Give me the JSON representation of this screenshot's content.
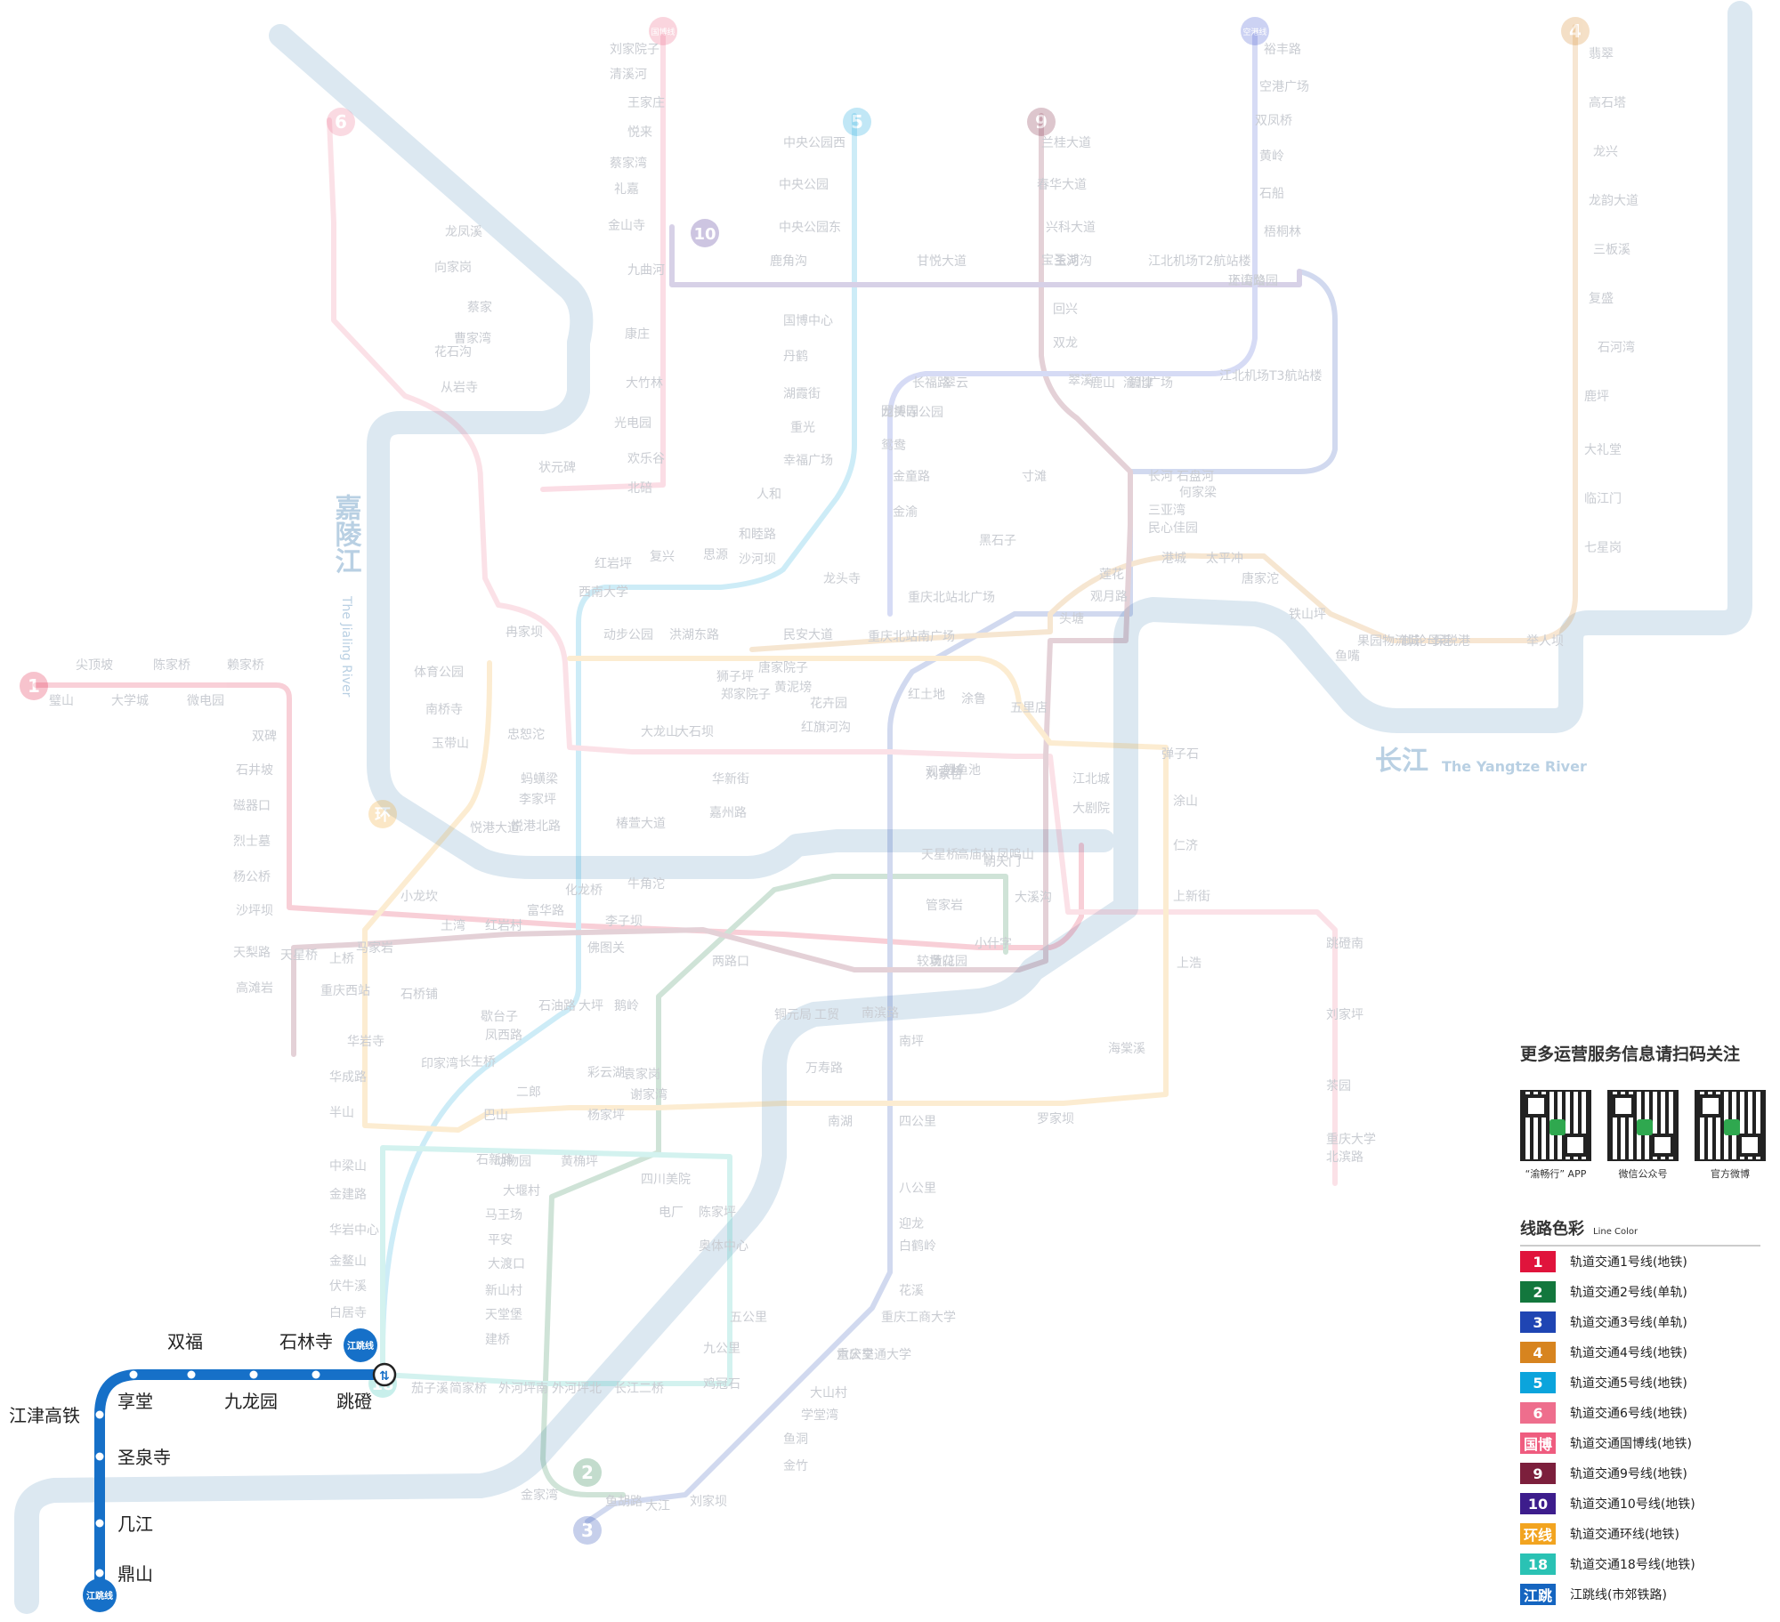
{
  "river_labels": [
    {
      "id": "jialing-cn",
      "text": "嘉陵江"
    },
    {
      "id": "jialing-en",
      "text": "The Jialing River"
    },
    {
      "id": "yangtze-cn",
      "text": "长江"
    },
    {
      "id": "yangtze-en",
      "text": "The Yangtze River"
    }
  ],
  "line_badges": {
    "l1": "1",
    "l2": "2",
    "l3": "3",
    "l4": "4",
    "l5": "5",
    "l6": "6",
    "l9": "9",
    "l10": "10",
    "l18": "18",
    "loop": "环",
    "guobo": "国博线",
    "konggang": "空港线",
    "jiangtiao": "江跳线"
  },
  "jiangtiao_stations": [
    "鼎山",
    "几江",
    "圣泉寺",
    "江津高铁",
    "享堂",
    "双福",
    "九龙园",
    "石林寺",
    "跳磴"
  ],
  "faded_stations": [
    "尖顶坡",
    "陈家桥",
    "赖家桥",
    "璧山",
    "大学城",
    "微电园",
    "双碑",
    "石井坡",
    "磁器口",
    "烈士墓",
    "杨公桥",
    "沙坪坝",
    "小龙坎",
    "土湾",
    "红岩村",
    "富华路",
    "化龙桥",
    "李子坝",
    "佛图关",
    "牛角沱",
    "两路口",
    "较场口",
    "小什字",
    "朝天门",
    "天梨路",
    "天星桥",
    "高滩岩",
    "歇台子",
    "石油路",
    "大坪",
    "鹅岭",
    "马家岩",
    "石桥铺",
    "袁家岗",
    "谢家湾",
    "杨家坪",
    "体育公园",
    "南桥寺",
    "玉带山",
    "冉家坝",
    "动步公园",
    "洪湖东路",
    "民安大道",
    "重庆北站南广场",
    "涂鲁",
    "五里店",
    "江北城",
    "大剧院",
    "上新街",
    "铜元局",
    "工贸",
    "南滨路",
    "南坪",
    "万寿路",
    "南湖",
    "四公里",
    "罗家坝",
    "海棠溪",
    "上浩",
    "仁济",
    "涂山",
    "弹子石",
    "头塘",
    "重庆北站北广场",
    "龙头寺",
    "金渝",
    "金童路",
    "鸳鸯",
    "园博园",
    "长福路",
    "翠云",
    "龙头寺公园",
    "红土地",
    "鲤鱼池",
    "刘家台",
    "观音桥",
    "华新街",
    "嘉州路",
    "郑家院子",
    "狮子坪",
    "唐家院子",
    "黄泥塝",
    "花卉园",
    "红旗河沟",
    "大龙山",
    "大石坝",
    "忠恕沱",
    "蚂蟥梁",
    "李家坪",
    "悦港北路",
    "悦港大道",
    "椿萱大道",
    "中央公园西",
    "中央公园",
    "中央公园东",
    "鹿角沟",
    "甘悦大道",
    "玉河沟",
    "国博中心",
    "丹鹤",
    "湖霞街",
    "重光",
    "幸福广场",
    "人和",
    "和睦路",
    "沙河坝",
    "红岩坪",
    "复兴",
    "思源",
    "刘家院子",
    "清溪河",
    "王家庄",
    "悦来",
    "蔡家湾",
    "礼嘉",
    "金山寺",
    "九曲河",
    "康庄",
    "大竹林",
    "光电园",
    "欢乐谷",
    "北碚",
    "西南大学",
    "状元碑",
    "龙凤溪",
    "向家岗",
    "蔡家",
    "曹家湾",
    "花石沟",
    "从岩寺",
    "兰桂大道",
    "春华大道",
    "兴科大道",
    "宝圣湖",
    "回兴",
    "双龙",
    "翠溪",
    "鹿山",
    "渝北广场",
    "碧津",
    "江北机场T2航站楼",
    "江北机场T3航站楼",
    "上湾路",
    "环山公园",
    "长河",
    "石盘河",
    "何家梁",
    "三亚湾",
    "民心佳园",
    "寸滩",
    "黑石子",
    "港城",
    "太平冲",
    "唐家沱",
    "铁山坪",
    "鱼嘴",
    "果园物流城",
    "邮轮母港",
    "保税港",
    "举人坝",
    "莲花",
    "观月路",
    "裕丰路",
    "空港广场",
    "双凤桥",
    "黄岭",
    "石船",
    "梧桐林",
    "翡翠",
    "高石塔",
    "龙兴",
    "龙韵大道",
    "三板溪",
    "复盛",
    "石河湾",
    "鹿坪",
    "大礼堂",
    "临江门",
    "七星岗",
    "管家岩",
    "大溪沟",
    "黄花园",
    "天星桥",
    "高庙村",
    "凤鸣山",
    "上桥",
    "重庆西站",
    "华岩寺",
    "华成路",
    "半山",
    "中梁山",
    "金建路",
    "华岩中心",
    "金鳌山",
    "伏牛溪",
    "白居寺",
    "茄子溪",
    "简家桥",
    "外河坪南",
    "外河坪北",
    "长江二桥",
    "鸡冠石",
    "九公里",
    "五公里",
    "重庆工商大学",
    "六公里",
    "重庆交通大学",
    "八公里",
    "迎龙",
    "白鹤岭",
    "花溪",
    "大山村",
    "学堂湾",
    "鱼洞",
    "金竹",
    "鱼胡路",
    "大江",
    "刘家坝",
    "金家湾",
    "建桥",
    "天堂堡",
    "新山村",
    "大渡口",
    "平安",
    "马王场",
    "大堰村",
    "动物园",
    "黄桷坪",
    "四川美院",
    "电厂",
    "陈家坪",
    "奥体中心",
    "二郎",
    "彩云湖",
    "石新路",
    "巴山",
    "凤西路",
    "长生桥",
    "印家湾",
    "刘家坪",
    "茶园",
    "重庆大学",
    "跳磴南",
    "北滨路"
  ],
  "qr_section": {
    "title": "更多运营服务信息请扫码关注",
    "codes": [
      {
        "label": "“渝畅行” APP"
      },
      {
        "label": "微信公众号"
      },
      {
        "label": "官方微博"
      }
    ]
  },
  "legend": {
    "title": "线路色彩",
    "subtitle": "Line Color",
    "items": [
      {
        "badge": "1",
        "label": "轨道交通1号线(地铁)",
        "color": "#e0143c"
      },
      {
        "badge": "2",
        "label": "轨道交通2号线(单轨)",
        "color": "#13773d"
      },
      {
        "badge": "3",
        "label": "轨道交通3号线(单轨)",
        "color": "#1f45b3"
      },
      {
        "badge": "4",
        "label": "轨道交通4号线(地铁)",
        "color": "#d7841f"
      },
      {
        "badge": "5",
        "label": "轨道交通5号线(地铁)",
        "color": "#0ba4dc"
      },
      {
        "badge": "6",
        "label": "轨道交通6号线(地铁)",
        "color": "#ee6e8d"
      },
      {
        "badge": "国博",
        "label": "轨道交通国博线(地铁)",
        "color": "#ef5c7f"
      },
      {
        "badge": "9",
        "label": "轨道交通9号线(地铁)",
        "color": "#7c1f3c"
      },
      {
        "badge": "10",
        "label": "轨道交通10号线(地铁)",
        "color": "#3d1d8c"
      },
      {
        "badge": "环线",
        "label": "轨道交通环线(地铁)",
        "color": "#f2a420"
      },
      {
        "badge": "18",
        "label": "轨道交通18号线(地铁)",
        "color": "#2ac2b4"
      },
      {
        "badge": "江跳",
        "label": "江跳线(市郊铁路)",
        "color": "#1565c0"
      }
    ]
  },
  "colors": {
    "river": "#dce8f1",
    "l1": "#e0143c",
    "l2": "#13773d",
    "l3": "#1f45b3",
    "l4": "#d7841f",
    "l5": "#0ba4dc",
    "l6": "#ee6e8d",
    "l9": "#7c1f3c",
    "l10": "#3d1d8c",
    "loop": "#f2a420",
    "l18": "#2ac2b4",
    "guobo": "#ef5c7f",
    "konggang": "#3a4fd0",
    "jiangtiao": "#1670c8"
  }
}
